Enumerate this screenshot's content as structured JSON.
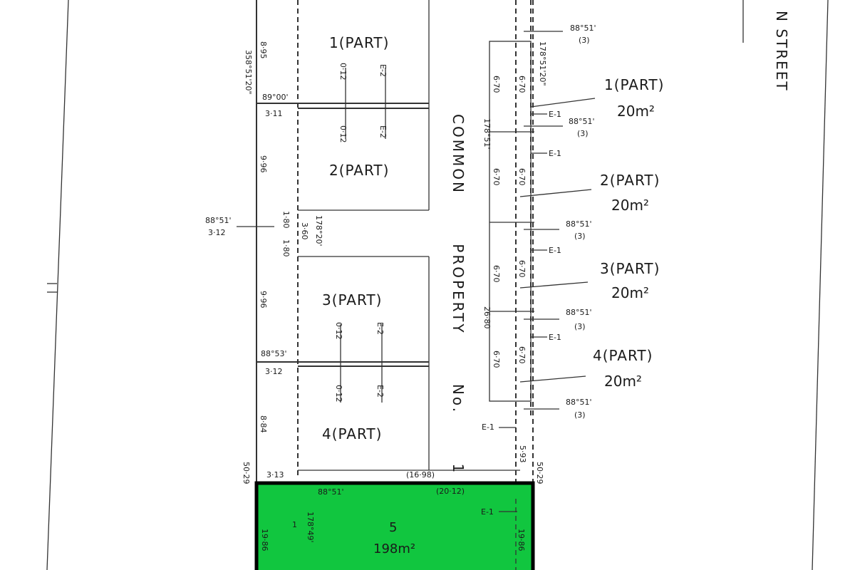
{
  "street": "N STREET",
  "common_property": "COMMON PROPERTY No. 1",
  "left_lots": [
    {
      "label": "1(PART)",
      "dims": [
        "0·12",
        "E-2"
      ]
    },
    {
      "label": "2(PART)",
      "dims": [
        "0·12",
        "E-2"
      ]
    },
    {
      "label": "3(PART)",
      "dims": [
        "0·12",
        "E-2"
      ]
    },
    {
      "label": "4(PART)",
      "dims": [
        "0·12",
        "E-2"
      ]
    }
  ],
  "right_lots": [
    {
      "label": "1(PART)",
      "area": "20m²"
    },
    {
      "label": "2(PART)",
      "area": "20m²"
    },
    {
      "label": "3(PART)",
      "area": "20m²"
    },
    {
      "label": "4(PART)",
      "area": "20m²"
    }
  ],
  "left_dims": {
    "d1": "8·95",
    "bearing_left": "358°51'20\"",
    "b2": "89°00'",
    "d2": "3·11",
    "d3": "9·96",
    "b3": "88°51'",
    "d4": "3·12",
    "d5": "1·80",
    "d6": "1·80",
    "d7": "3·60",
    "b4": "178°20'",
    "d8": "9·96",
    "b5": "88°53'",
    "d9": "3·12",
    "d10": "8·84",
    "d11": "50·29",
    "d12": "3·13",
    "d13": "(16·98)"
  },
  "right_dims": {
    "b1": "88°51'",
    "n1": "(3)",
    "b2": "178°51'20\"",
    "s1": "6·70",
    "s2": "6·70",
    "s3": "6·70",
    "s4": "6·70",
    "s5": "6·70",
    "s6": "6·70",
    "s7": "6·70",
    "s8": "6·70",
    "b3": "178°51'",
    "e1": "E-1",
    "e2": "E-1",
    "e3": "E-1",
    "e4": "E-1",
    "e5": "E-1",
    "b4": "88°51'",
    "n2": "(3)",
    "b5": "88°51'",
    "n3": "(3)",
    "b6": "88°51'",
    "n4": "(3)",
    "b7": "88°51'",
    "n5": "(3)",
    "total": "26·80",
    "d593": "5·93",
    "d5029": "50·29"
  },
  "lot5": {
    "label": "5",
    "area": "198m²",
    "b1": "88°51'",
    "d1": "(20·12)",
    "b2": "178°49'",
    "n1": "1",
    "d2": "19·86",
    "d3": "19·86",
    "e": "E-1",
    "fill": "#11c63f"
  }
}
